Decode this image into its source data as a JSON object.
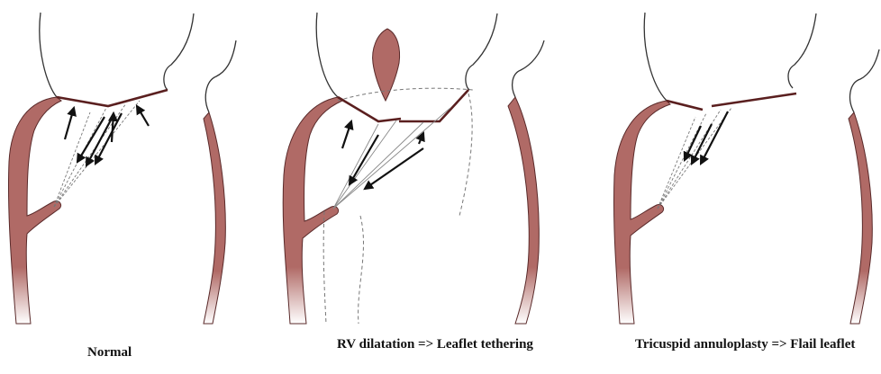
{
  "panels": [
    {
      "id": "normal",
      "caption": "Normal"
    },
    {
      "id": "rv-dilatation",
      "caption": "RV dilatation => Leaflet tethering"
    },
    {
      "id": "tricuspid-annuloplasty",
      "caption": "Tricuspid annuloplasty => Flail leaflet"
    }
  ],
  "colors": {
    "myocardium": "#b06a66",
    "myocardium_edge": "#5a2a2a",
    "valve_line": "#5a1f1f",
    "outline": "#333333",
    "arrow": "#111111",
    "dashed": "#777777"
  }
}
